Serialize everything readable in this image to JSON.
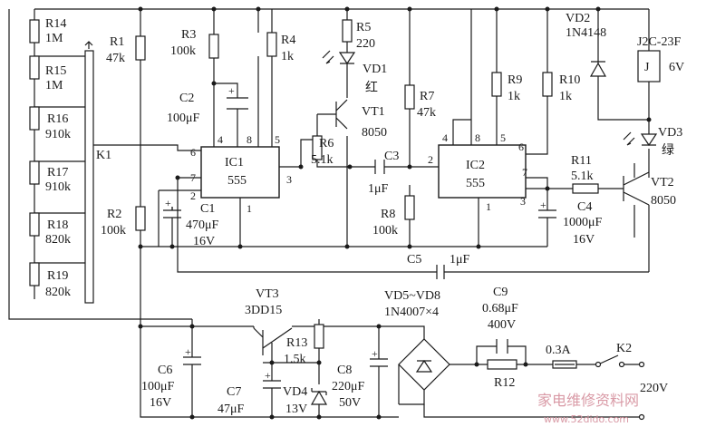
{
  "labels": {
    "r14": "R14",
    "r14v": "1M",
    "r15": "R15",
    "r15v": "1M",
    "r16": "R16",
    "r16v": "910k",
    "r17": "R17",
    "r17v": "910k",
    "r18": "R18",
    "r18v": "820k",
    "r19": "R19",
    "r19v": "820k",
    "k1": "K1",
    "r1": "R1",
    "r1v": "47k",
    "r2": "R2",
    "r2v": "100k",
    "r3": "R3",
    "r3v": "100k",
    "r4": "R4",
    "r4v": "1k",
    "c2": "C2",
    "c2v": "100μF",
    "c1": "C1",
    "c1v": "470μF",
    "c1v2": "16V",
    "ic1": "IC1",
    "ic1v": "555",
    "r5": "R5",
    "r5v": "220",
    "vd1": "VD1",
    "vd1c": "红",
    "vt1": "VT1",
    "vt1v": "8050",
    "r6": "R6",
    "r6v": "5.1k",
    "c3": "C3",
    "c3v": "1μF",
    "r7": "R7",
    "r7v": "47k",
    "r8": "R8",
    "r8v": "100k",
    "ic2": "IC2",
    "ic2v": "555",
    "r9": "R9",
    "r9v": "1k",
    "r10": "R10",
    "r10v": "1k",
    "vd2": "VD2",
    "vd2v": "1N4148",
    "relay": "J2C-23F",
    "relayj": "J",
    "relayv": "6V",
    "vd3": "VD3",
    "vd3c": "绿",
    "r11": "R11",
    "r11v": "5.1k",
    "c4": "C4",
    "c4v": "1000μF",
    "c4v2": "16V",
    "vt2": "VT2",
    "vt2v": "8050",
    "c5": "C5",
    "c5v": "1μF",
    "vt3": "VT3",
    "vt3v": "3DD15",
    "r13": "R13",
    "r13v": "1.5k",
    "c6": "C6",
    "c6v": "100μF",
    "c6v2": "16V",
    "c7": "C7",
    "c7v": "47μF",
    "vd4": "VD4",
    "vd4v": "13V",
    "c8": "C8",
    "c8v": "220μF",
    "c8v2": "50V",
    "bridge": "VD5~VD8",
    "bridgev": "1N4007×4",
    "c9": "C9",
    "c9v": "0.68μF",
    "c9v2": "400V",
    "r12": "R12",
    "fuse": "0.3A",
    "k2": "K2",
    "mains": "220V",
    "pin_ic1_6": "6",
    "pin_ic1_7": "7",
    "pin_ic1_2": "2",
    "pin_ic1_4": "4",
    "pin_ic1_8": "8",
    "pin_ic1_5": "5",
    "pin_ic1_3": "3",
    "pin_ic1_1": "1",
    "pin_ic2_4": "4",
    "pin_ic2_8": "8",
    "pin_ic2_5": "5",
    "pin_ic2_6": "6",
    "pin_ic2_2": "2",
    "pin_ic2_7": "7",
    "pin_ic2_3": "3",
    "pin_ic2_1": "1"
  },
  "watermark": {
    "site_cn": "家电维修资料网",
    "site_url": "www.52dido.com"
  }
}
